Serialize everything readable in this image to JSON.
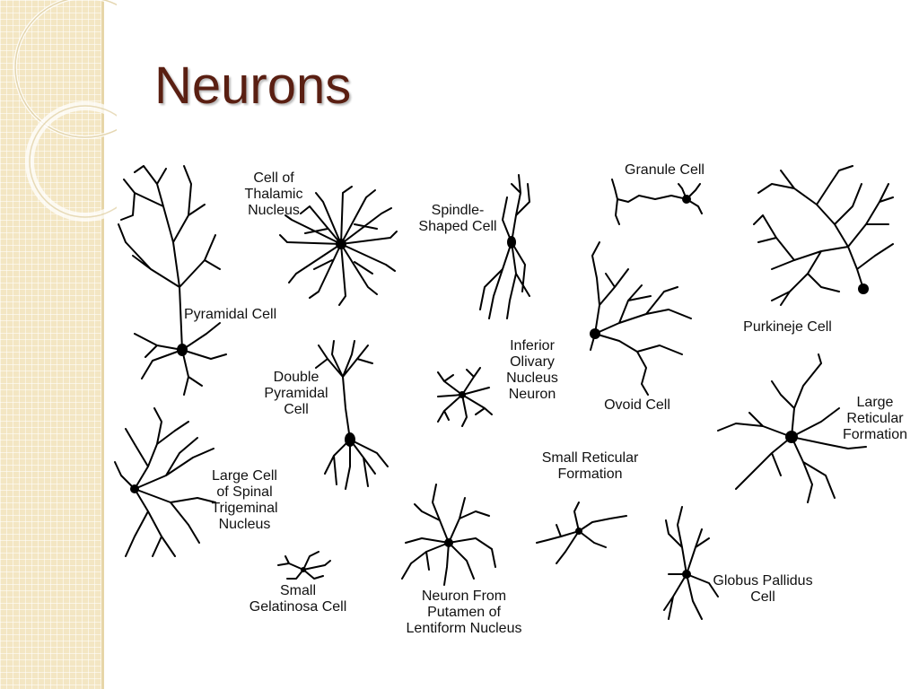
{
  "slide": {
    "title": "Neurons"
  },
  "diagram": {
    "labels": {
      "thalamic": "Cell of\nThalamic\nNucleus",
      "spindle": "Spindle-\nShaped Cell",
      "granule": "Granule Cell",
      "pyramidal": "Pyramidal Cell",
      "purkinje": "Purkineje Cell",
      "double_pyramidal": "Double\nPyramidal\nCell",
      "inferior_olivary": "Inferior\nOlivary\nNucleus\nNeuron",
      "ovoid": "Ovoid Cell",
      "large_reticular": "Large\nReticular\nFormation",
      "large_spinal": "Large Cell\nof Spinal\nTrigeminal\nNucleus",
      "small_reticular": "Small Reticular\nFormation",
      "small_gelatinosa": "Small\nGelatinosa Cell",
      "putamen": "Neuron From\nPutamen of\nLentiform Nucleus",
      "globus_pallidus": "Globus Pallidus\nCell"
    }
  }
}
